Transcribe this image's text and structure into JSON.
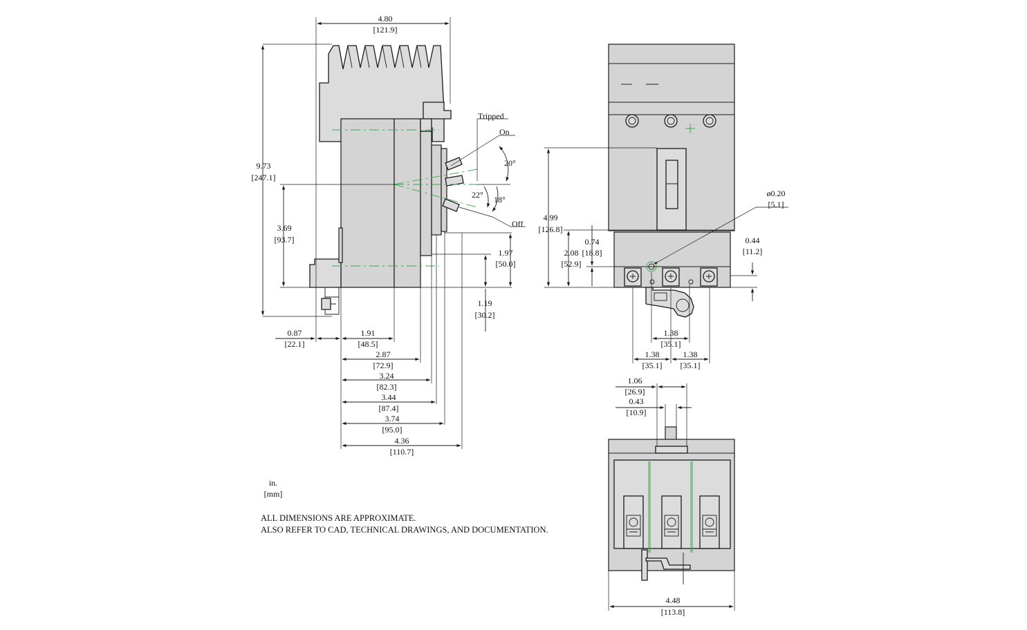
{
  "side_view": {
    "overall_width": {
      "in": "4.80",
      "mm": "[121.9]"
    },
    "overall_height": {
      "in": "9.73",
      "mm": "[247.1]"
    },
    "handle_height": {
      "in": "3.69",
      "mm": "[93.7]"
    },
    "lower_height_1": {
      "in": "1.97",
      "mm": "[50.0]"
    },
    "lower_height_2": {
      "in": "1.19",
      "mm": "[30.2]"
    },
    "left_offset": {
      "in": "0.87",
      "mm": "[22.1]"
    },
    "depths": [
      {
        "in": "1.91",
        "mm": "[48.5]"
      },
      {
        "in": "2.87",
        "mm": "[72.9]"
      },
      {
        "in": "3.24",
        "mm": "[82.3]"
      },
      {
        "in": "3.44",
        "mm": "[87.4]"
      },
      {
        "in": "3.74",
        "mm": "[95.0]"
      },
      {
        "in": "4.36",
        "mm": "[110.7]"
      }
    ],
    "handle_positions": {
      "tripped": "Tripped",
      "on": "On",
      "off": "Off"
    },
    "angles": {
      "a20": "20°",
      "a22": "22°",
      "a18": "18°"
    }
  },
  "front_view": {
    "height": {
      "in": "4.99",
      "mm": "[126.8]"
    },
    "h208": {
      "in": "2.08",
      "mm": "[52.9]"
    },
    "h074": {
      "in": "0.74",
      "mm": "[18.8]"
    },
    "h044": {
      "in": "0.44",
      "mm": "[11.2]"
    },
    "hole_diameter": {
      "in": "ø0.20",
      "mm": "[5.1]"
    },
    "pitch_center": {
      "in": "1.38",
      "mm": "[35.1]"
    },
    "pitch_left": {
      "in": "1.38",
      "mm": "[35.1]"
    },
    "pitch_right": {
      "in": "1.38",
      "mm": "[35.1]"
    }
  },
  "bottom_view": {
    "d106": {
      "in": "1.06",
      "mm": "[26.9]"
    },
    "d043": {
      "in": "0.43",
      "mm": "[10.9]"
    },
    "width": {
      "in": "4.48",
      "mm": "[113.8]"
    }
  },
  "units": {
    "inch": "in.",
    "mm": "[mm]"
  },
  "notes": {
    "line1": "ALL DIMENSIONS ARE APPROXIMATE.",
    "line2": "ALSO REFER TO CAD, TECHNICAL DRAWINGS, AND DOCUMENTATION."
  }
}
